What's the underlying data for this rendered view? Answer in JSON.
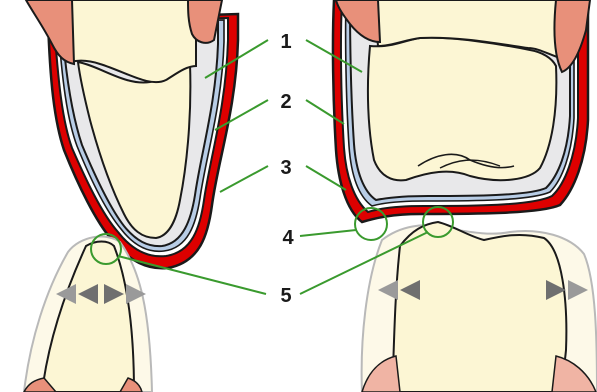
{
  "colors": {
    "red_layer": "#dd0000",
    "dark_outline": "#1a1a1a",
    "gray_layer": "#e8e8ea",
    "blue_layer": "#b8cde6",
    "tooth_fill": "#fcf6d4",
    "tooth_fill_light": "#fdf9e8",
    "gum_salmon": "#e8907a",
    "leader_green": "#3a9a2e",
    "arrow_gray": "#7a7a7a",
    "ghost_outline": "#b9b9b9"
  },
  "labels": {
    "label_1": "1",
    "label_2": "2",
    "label_3": "3",
    "label_4": "4",
    "label_5": "5"
  }
}
